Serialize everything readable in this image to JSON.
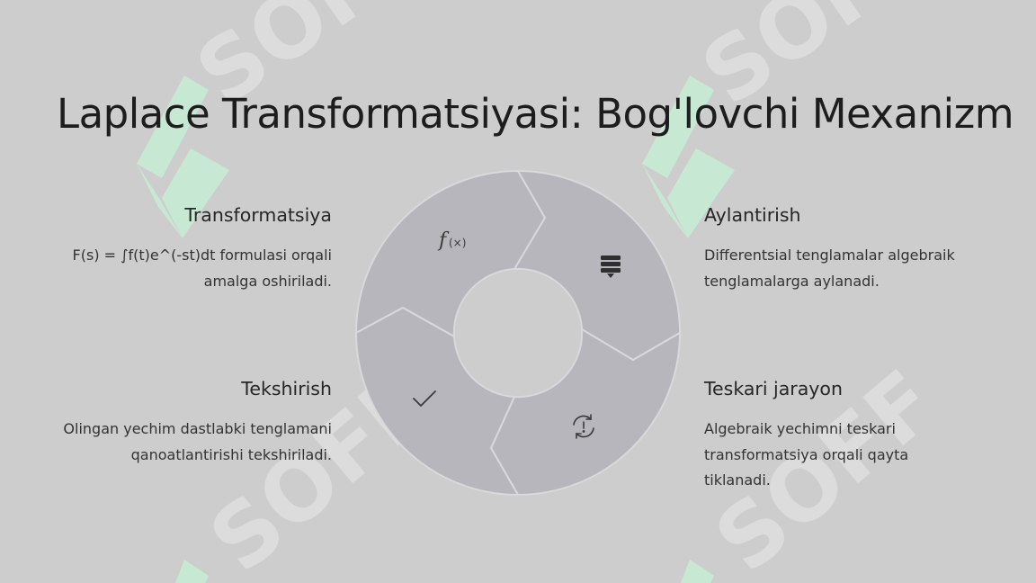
{
  "title": "Laplace Transformatsiyasi: Bog'lovchi Mexanizm",
  "watermark": {
    "text": "SOFF",
    "logo_color": "#c8ebd6"
  },
  "colors": {
    "background": "#cdcdcd",
    "segment": "#b7b6bc",
    "segment_border": "#dadadd",
    "center": "#cdcdcd"
  },
  "cycle": {
    "segments": [
      {
        "id": "transformatsiya",
        "icon": "function-icon",
        "glyph": "f(x)"
      },
      {
        "id": "aylantirish",
        "icon": "equation-icon"
      },
      {
        "id": "teskari",
        "icon": "refresh-alert-icon"
      },
      {
        "id": "tekshirish",
        "icon": "check-icon"
      }
    ]
  },
  "steps": [
    {
      "title": "Transformatsiya",
      "desc_line1": "F(s) = ∫f(t)e^(-st)dt formulasi orqali",
      "desc_line2": "amalga oshiriladi."
    },
    {
      "title": "Aylantirish",
      "desc_line1": "Differentsial tenglamalar algebraik",
      "desc_line2": "tenglamalarga aylanadi."
    },
    {
      "title": "Tekshirish",
      "desc_line1": "Olingan yechim dastlabki tenglamani",
      "desc_line2": "qanoatlantirishi tekshiriladi."
    },
    {
      "title": "Teskari jarayon",
      "desc_line1": "Algebraik yechimni teskari",
      "desc_line2": "transformatsiya orqali qayta",
      "desc_line3": "tiklanadi."
    }
  ]
}
